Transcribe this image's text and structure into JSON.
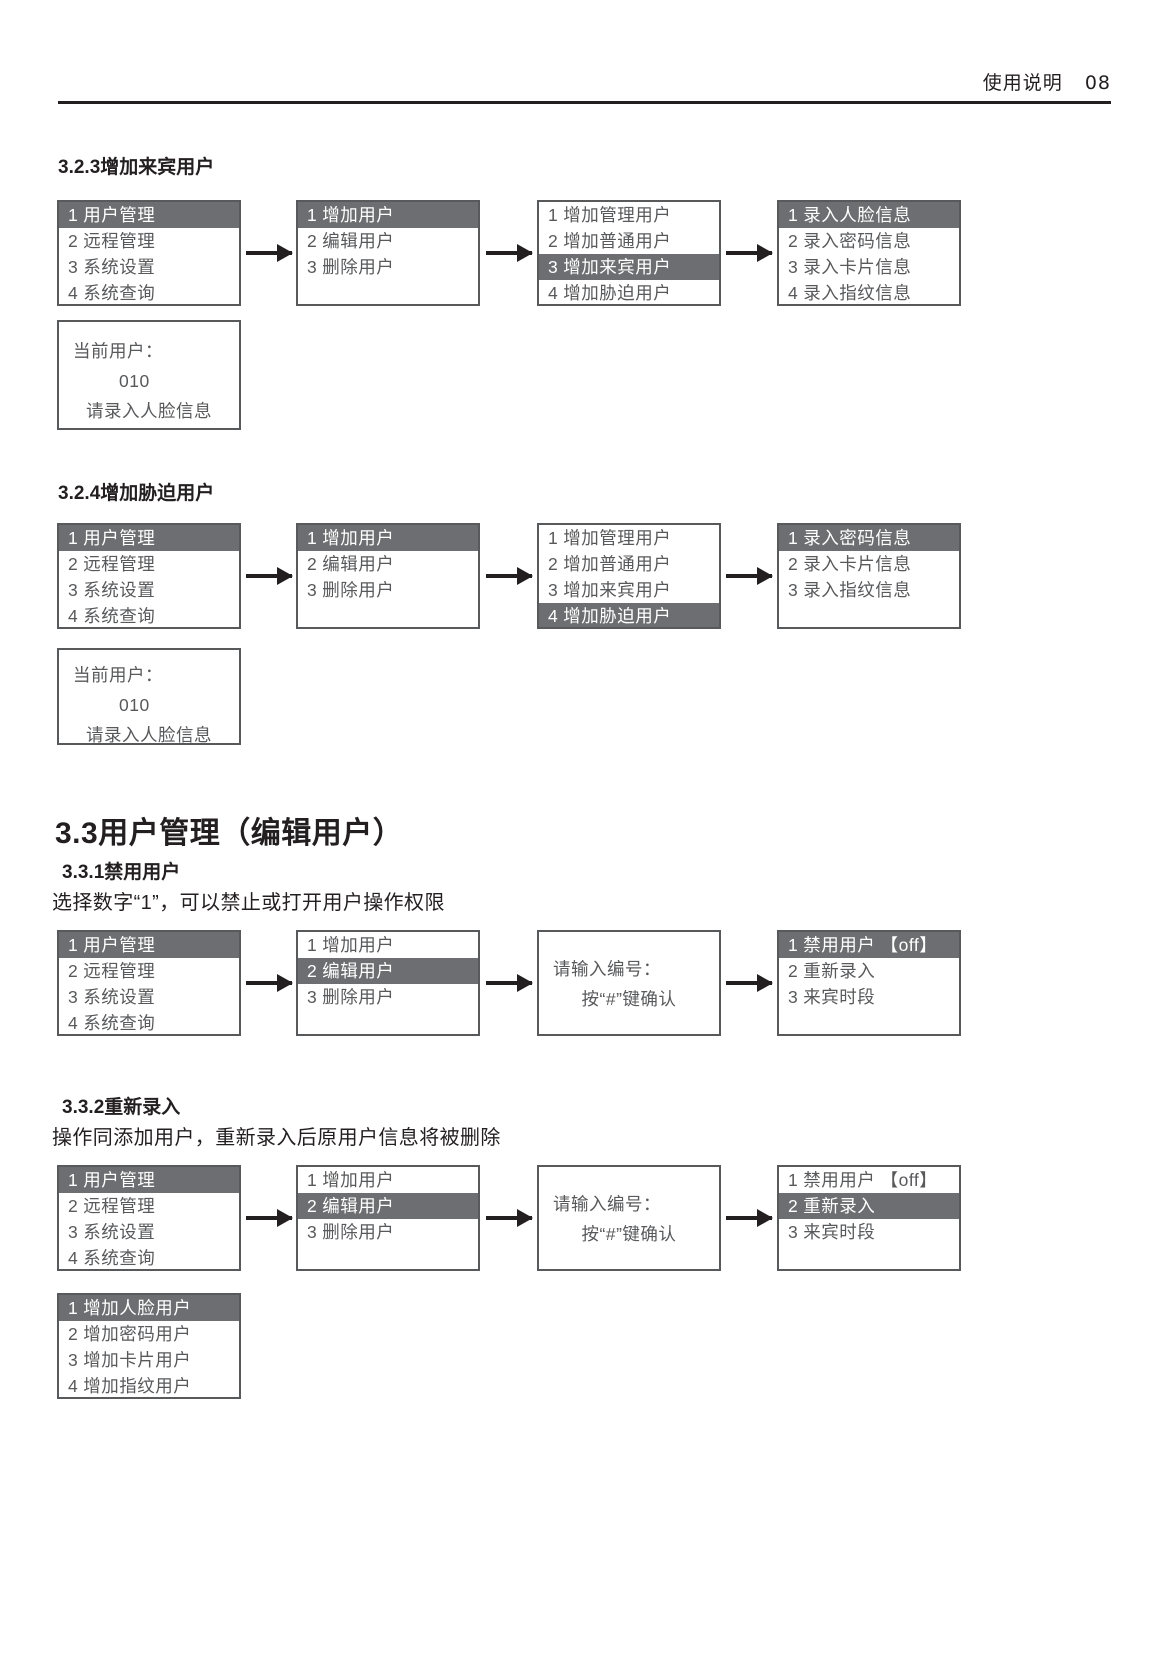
{
  "header": {
    "title": "使用说明",
    "page_number": "08"
  },
  "sections": {
    "s323": {
      "heading": "3.2.3增加来宾用户"
    },
    "s324": {
      "heading": "3.2.4增加胁迫用户"
    },
    "s33": {
      "heading": "3.3用户管理（编辑用户）"
    },
    "s331": {
      "heading": "3.3.1禁用用户",
      "body": "选择数字“1”，可以禁止或打开用户操作权限"
    },
    "s332": {
      "heading": "3.3.2重新录入",
      "body": "操作同添加用户，重新录入后原用户信息将被删除"
    }
  },
  "flow1": {
    "box1": {
      "rows": [
        {
          "n": "1",
          "label": "用户管理",
          "selected": true
        },
        {
          "n": "2",
          "label": "远程管理",
          "selected": false
        },
        {
          "n": "3",
          "label": "系统设置",
          "selected": false
        },
        {
          "n": "4",
          "label": "系统查询",
          "selected": false
        }
      ]
    },
    "box2": {
      "rows": [
        {
          "n": "1",
          "label": "增加用户",
          "selected": true
        },
        {
          "n": "2",
          "label": "编辑用户",
          "selected": false
        },
        {
          "n": "3",
          "label": "删除用户",
          "selected": false
        }
      ]
    },
    "box3": {
      "rows": [
        {
          "n": "1",
          "label": "增加管理用户",
          "selected": false
        },
        {
          "n": "2",
          "label": "增加普通用户",
          "selected": false
        },
        {
          "n": "3",
          "label": "增加来宾用户",
          "selected": true
        },
        {
          "n": "4",
          "label": "增加胁迫用户",
          "selected": false
        }
      ]
    },
    "box4": {
      "rows": [
        {
          "n": "1",
          "label": "录入人脸信息",
          "selected": true
        },
        {
          "n": "2",
          "label": "录入密码信息",
          "selected": false
        },
        {
          "n": "3",
          "label": "录入卡片信息",
          "selected": false
        },
        {
          "n": "4",
          "label": "录入指纹信息",
          "selected": false
        }
      ]
    },
    "prompt": {
      "line1": "当前用户：",
      "line2": "010",
      "line3": "请录入人脸信息"
    }
  },
  "flow2": {
    "box1": {
      "rows": [
        {
          "n": "1",
          "label": "用户管理",
          "selected": true
        },
        {
          "n": "2",
          "label": "远程管理",
          "selected": false
        },
        {
          "n": "3",
          "label": "系统设置",
          "selected": false
        },
        {
          "n": "4",
          "label": "系统查询",
          "selected": false
        }
      ]
    },
    "box2": {
      "rows": [
        {
          "n": "1",
          "label": "增加用户",
          "selected": true
        },
        {
          "n": "2",
          "label": "编辑用户",
          "selected": false
        },
        {
          "n": "3",
          "label": "删除用户",
          "selected": false
        }
      ]
    },
    "box3": {
      "rows": [
        {
          "n": "1",
          "label": "增加管理用户",
          "selected": false
        },
        {
          "n": "2",
          "label": "增加普通用户",
          "selected": false
        },
        {
          "n": "3",
          "label": "增加来宾用户",
          "selected": false
        },
        {
          "n": "4",
          "label": "增加胁迫用户",
          "selected": true
        }
      ]
    },
    "box4": {
      "rows": [
        {
          "n": "1",
          "label": "录入密码信息",
          "selected": true
        },
        {
          "n": "2",
          "label": "录入卡片信息",
          "selected": false
        },
        {
          "n": "3",
          "label": "录入指纹信息",
          "selected": false
        }
      ]
    },
    "prompt": {
      "line1": "当前用户：",
      "line2": "010",
      "line3": "请录入人脸信息"
    }
  },
  "flow3": {
    "box1": {
      "rows": [
        {
          "n": "1",
          "label": "用户管理",
          "selected": true
        },
        {
          "n": "2",
          "label": "远程管理",
          "selected": false
        },
        {
          "n": "3",
          "label": "系统设置",
          "selected": false
        },
        {
          "n": "4",
          "label": "系统查询",
          "selected": false
        }
      ]
    },
    "box2": {
      "rows": [
        {
          "n": "1",
          "label": "增加用户",
          "selected": false
        },
        {
          "n": "2",
          "label": "编辑用户",
          "selected": true
        },
        {
          "n": "3",
          "label": "删除用户",
          "selected": false
        }
      ]
    },
    "box3": {
      "line1": "请输入编号：",
      "line2": "按“#”键确认"
    },
    "box4": {
      "rows": [
        {
          "n": "1",
          "label": "禁用用户 【off】",
          "selected": true
        },
        {
          "n": "2",
          "label": "重新录入",
          "selected": false
        },
        {
          "n": "3",
          "label": "来宾时段",
          "selected": false
        }
      ]
    }
  },
  "flow4": {
    "box1": {
      "rows": [
        {
          "n": "1",
          "label": "用户管理",
          "selected": true
        },
        {
          "n": "2",
          "label": "远程管理",
          "selected": false
        },
        {
          "n": "3",
          "label": "系统设置",
          "selected": false
        },
        {
          "n": "4",
          "label": "系统查询",
          "selected": false
        }
      ]
    },
    "box2": {
      "rows": [
        {
          "n": "1",
          "label": "增加用户",
          "selected": false
        },
        {
          "n": "2",
          "label": "编辑用户",
          "selected": true
        },
        {
          "n": "3",
          "label": "删除用户",
          "selected": false
        }
      ]
    },
    "box3": {
      "line1": "请输入编号：",
      "line2": "按“#”键确认"
    },
    "box4": {
      "rows": [
        {
          "n": "1",
          "label": "禁用用户 【off】",
          "selected": false
        },
        {
          "n": "2",
          "label": "重新录入",
          "selected": true
        },
        {
          "n": "3",
          "label": "来宾时段",
          "selected": false
        }
      ]
    },
    "box5": {
      "rows": [
        {
          "n": "1",
          "label": "增加人脸用户",
          "selected": true
        },
        {
          "n": "2",
          "label": "增加密码用户",
          "selected": false
        },
        {
          "n": "3",
          "label": "增加卡片用户",
          "selected": false
        },
        {
          "n": "4",
          "label": "增加指纹用户",
          "selected": false
        }
      ]
    }
  },
  "colors": {
    "selected_bg": "#6d6e71",
    "box_border": "#58595b",
    "text": "#231f20"
  }
}
